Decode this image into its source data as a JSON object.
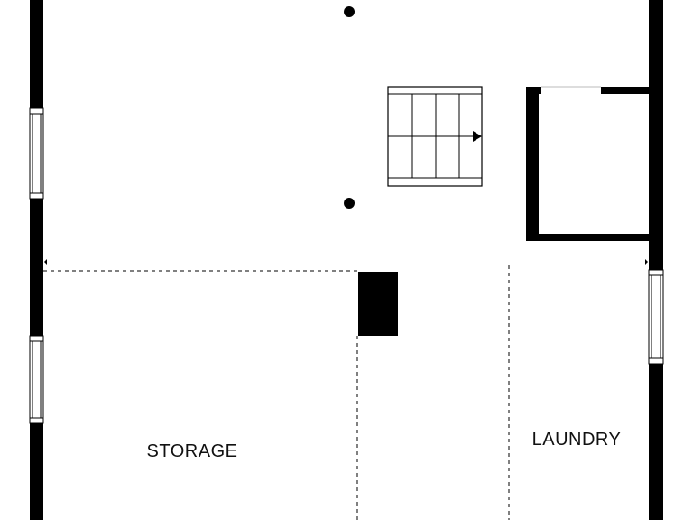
{
  "colors": {
    "background": "#ffffff",
    "wall": "#000000",
    "window_fill": "#ffffff",
    "dashed_line": "#000000",
    "label": "#111111"
  },
  "rooms": [
    {
      "key": "storage",
      "label": "STORAGE"
    },
    {
      "key": "laundry",
      "label": "LAUNDRY"
    }
  ],
  "stairs": {
    "direction": "right",
    "icon": "stairs-arrow-icon"
  },
  "structural": {
    "posts": 2,
    "chimney": true,
    "closet": true
  }
}
